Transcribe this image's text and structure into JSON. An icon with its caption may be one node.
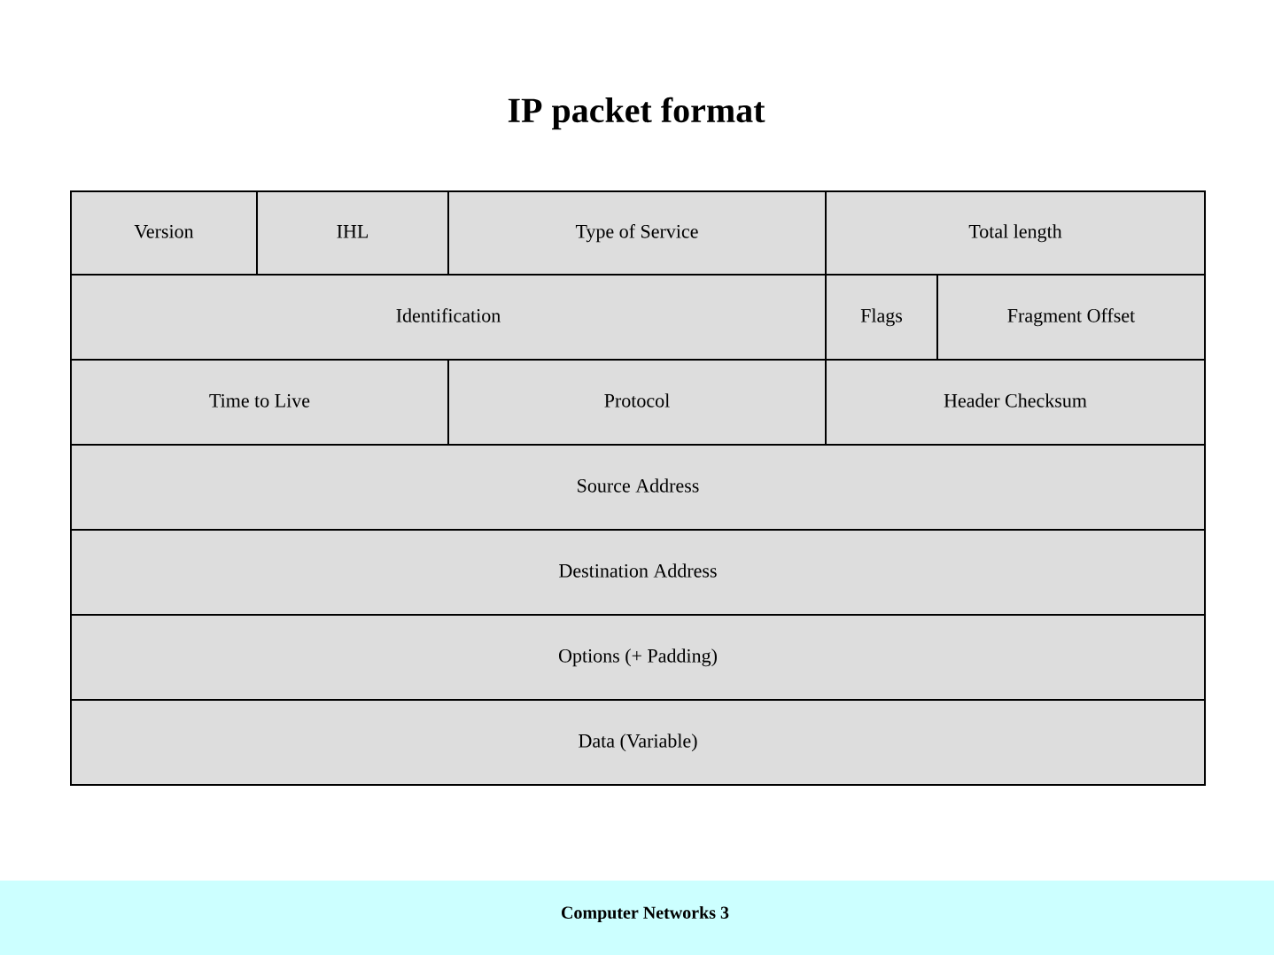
{
  "diagram": {
    "title": "IP packet format",
    "nodes": [
      {
        "text": [
          "Version"
        ]
      },
      {
        "text": [
          "IHL"
        ]
      },
      {
        "text": [
          "Type of Service"
        ]
      },
      {
        "text": [
          "Total length"
        ]
      },
      {
        "text": [
          "Identification"
        ]
      },
      {
        "text": [
          "Flags"
        ]
      },
      {
        "text": [
          "Fragment Offset"
        ]
      },
      {
        "text": [
          "Time to Live"
        ]
      },
      {
        "text": [
          "Protocol"
        ]
      },
      {
        "text": [
          "Header Checksum"
        ]
      },
      {
        "text": [
          "Source Address"
        ]
      },
      {
        "text": [
          "Destination Address"
        ]
      },
      {
        "text": [
          "Options (+ Padding)"
        ]
      },
      {
        "text": [
          "Data (Variable)"
        ]
      }
    ],
    "labels": [
      "Computer Networks 3"
    ]
  }
}
